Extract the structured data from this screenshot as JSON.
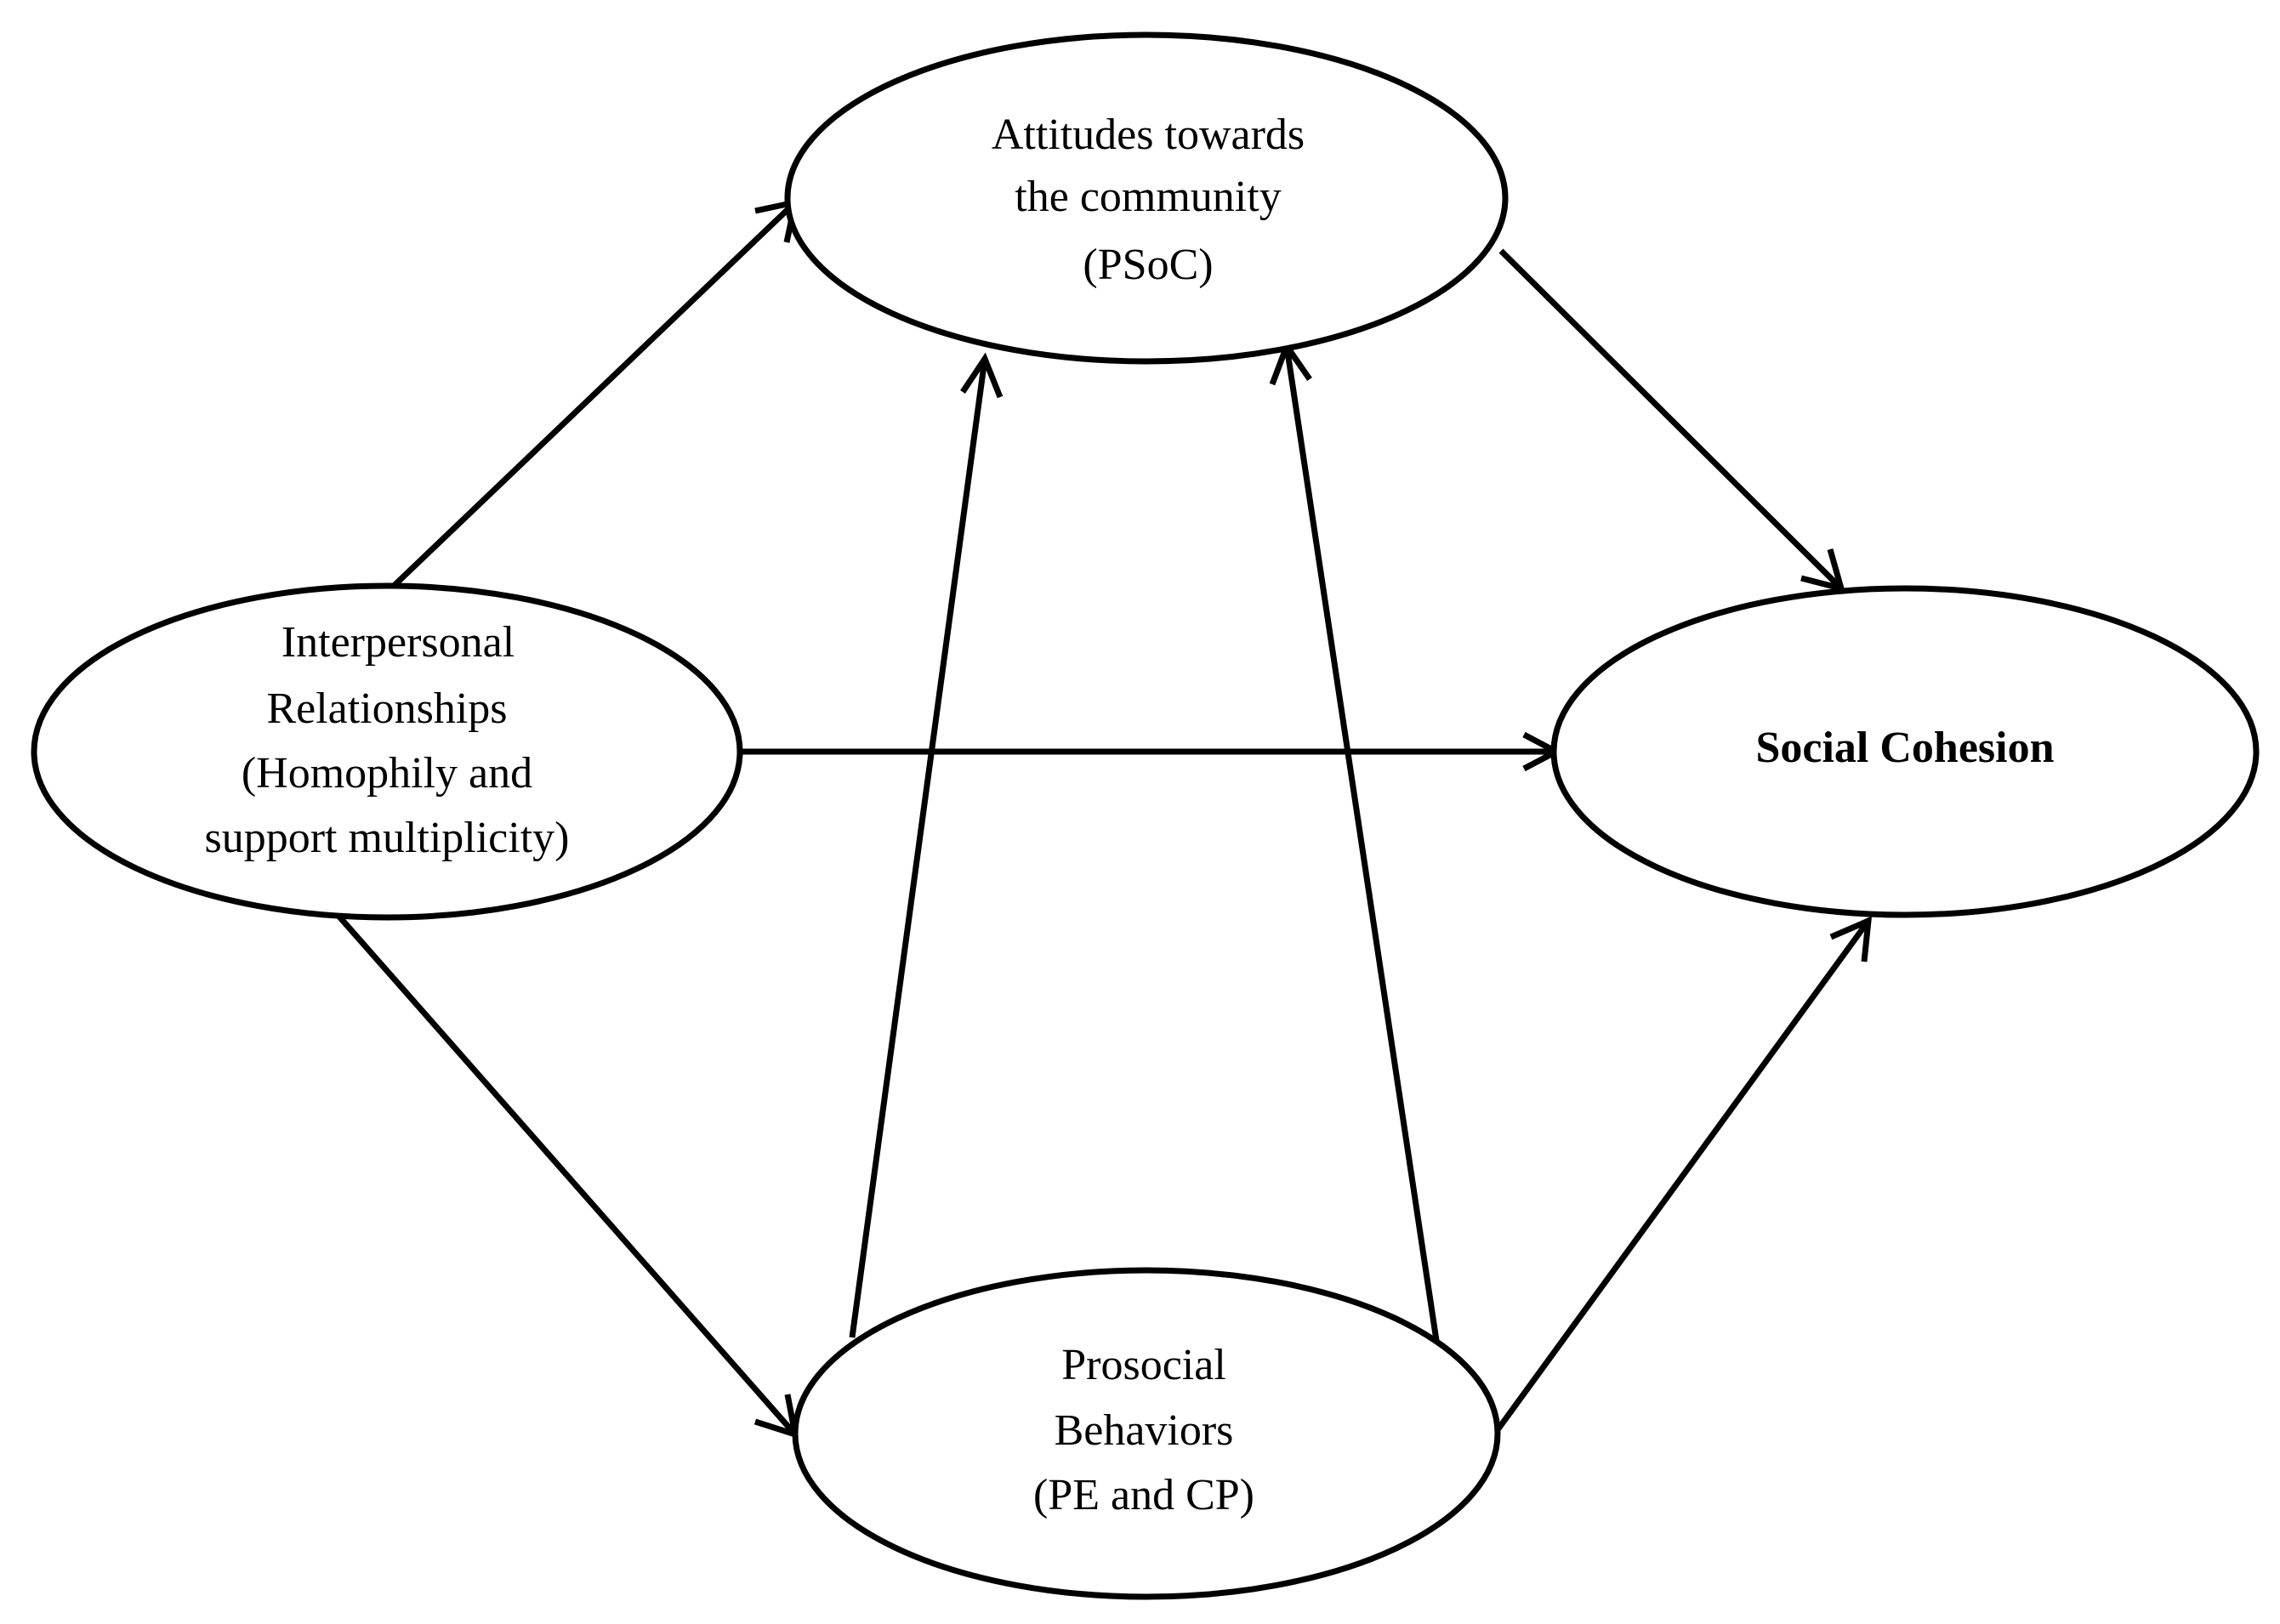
{
  "nodes": {
    "interpersonal": {
      "lines": [
        "Interpersonal",
        "Relationships",
        "(Homophily and",
        "support multiplicity)"
      ]
    },
    "attitudes": {
      "lines": [
        "Attitudes towards",
        "the community",
        "(PSoC)"
      ]
    },
    "social_cohesion": {
      "lines": [
        "Social Cohesion"
      ]
    },
    "prosocial": {
      "lines": [
        "Prosocial",
        "Behaviors",
        "(PE and CP)"
      ]
    }
  },
  "edges": [
    {
      "from": "interpersonal",
      "to": "attitudes"
    },
    {
      "from": "interpersonal",
      "to": "social_cohesion"
    },
    {
      "from": "interpersonal",
      "to": "prosocial"
    },
    {
      "from": "attitudes",
      "to": "social_cohesion"
    },
    {
      "from": "prosocial",
      "to": "social_cohesion"
    },
    {
      "from": "prosocial",
      "to": "attitudes"
    },
    {
      "from": "prosocial",
      "to": "attitudes"
    }
  ],
  "colors": {
    "stroke": "#000000",
    "background": "#ffffff"
  }
}
